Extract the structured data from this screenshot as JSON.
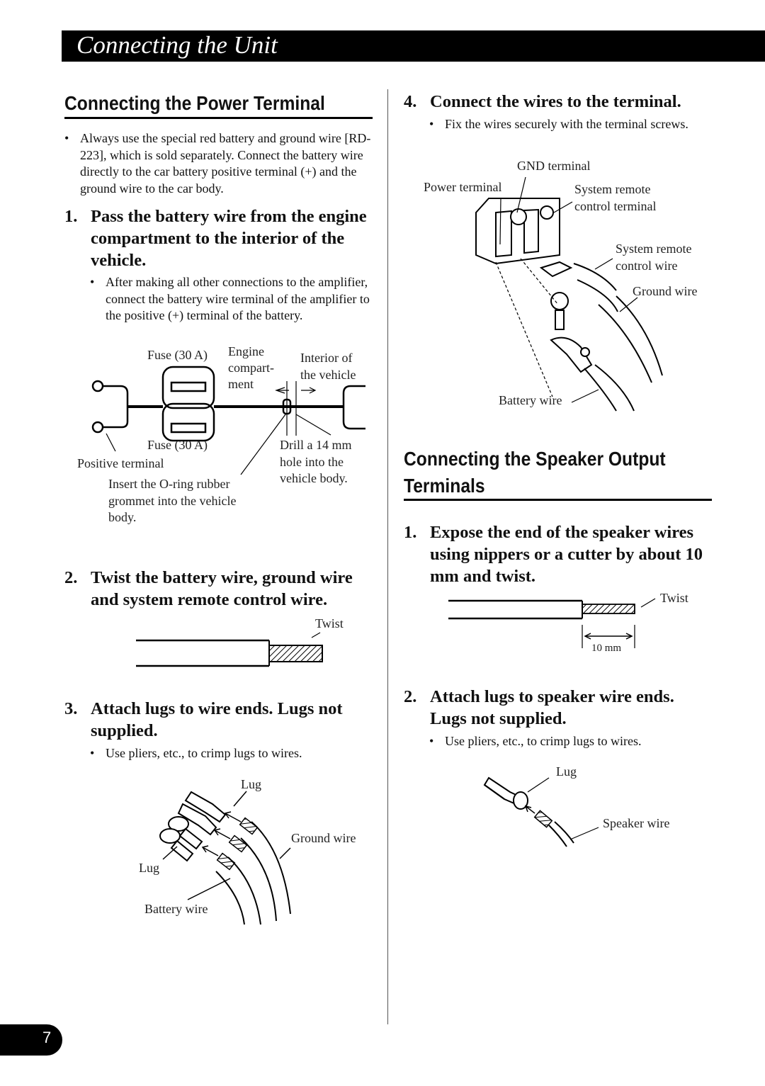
{
  "header": {
    "title": "Connecting the Unit"
  },
  "power": {
    "title": "Connecting the Power Terminal",
    "intro": "Always use the special red battery and ground wire [RD-223], which is sold separately. Connect the battery wire directly to the car battery positive terminal (+) and the ground wire to the car body.",
    "step1": {
      "num": "1.",
      "text": "Pass the battery wire from the engine compartment to the interior of the vehicle.",
      "note": "After making all other connections to the amplifier, connect the battery wire terminal of the amplifier to the positive (+) terminal of the battery."
    },
    "fig1": {
      "fuse_top": "Fuse (30 A)",
      "engine": "Engine\ncompart-\nment",
      "interior": "Interior of\nthe vehicle",
      "fuse_bottom": "Fuse (30 A)",
      "positive": "Positive terminal",
      "drill": "Drill a 14 mm\nhole into the\nvehicle body.",
      "grommet": "Insert the O-ring rubber\ngrommet into the vehicle\nbody."
    },
    "step2": {
      "num": "2.",
      "text": "Twist the battery wire, ground wire and system remote control wire.",
      "twist": "Twist"
    },
    "step3": {
      "num": "3.",
      "text": "Attach lugs to wire ends. Lugs not supplied.",
      "note": "Use pliers, etc., to crimp lugs to wires.",
      "lug_top": "Lug",
      "ground": "Ground wire",
      "lug_left": "Lug",
      "battery": "Battery wire"
    },
    "step4": {
      "num": "4.",
      "text": "Connect the wires to the terminal.",
      "note": "Fix the wires securely with the terminal screws.",
      "gnd": "GND terminal",
      "power_terminal": "Power terminal",
      "src_terminal": "System remote\ncontrol terminal",
      "src_wire": "System remote\ncontrol wire",
      "ground_wire": "Ground wire",
      "battery_wire": "Battery wire"
    }
  },
  "speaker": {
    "title_line1": "Connecting the Speaker Output",
    "title_line2": "Terminals",
    "step1": {
      "num": "1.",
      "text": "Expose the end of the speaker wires using nippers or a cutter by about 10 mm and twist.",
      "twist": "Twist",
      "dim": "10 mm"
    },
    "step2": {
      "num": "2.",
      "text": "Attach lugs to speaker wire ends. Lugs not supplied.",
      "note": "Use pliers, etc., to crimp lugs to wires.",
      "lug": "Lug",
      "speaker_wire": "Speaker wire"
    }
  },
  "bullet_glyph": "•",
  "page_number": "7"
}
